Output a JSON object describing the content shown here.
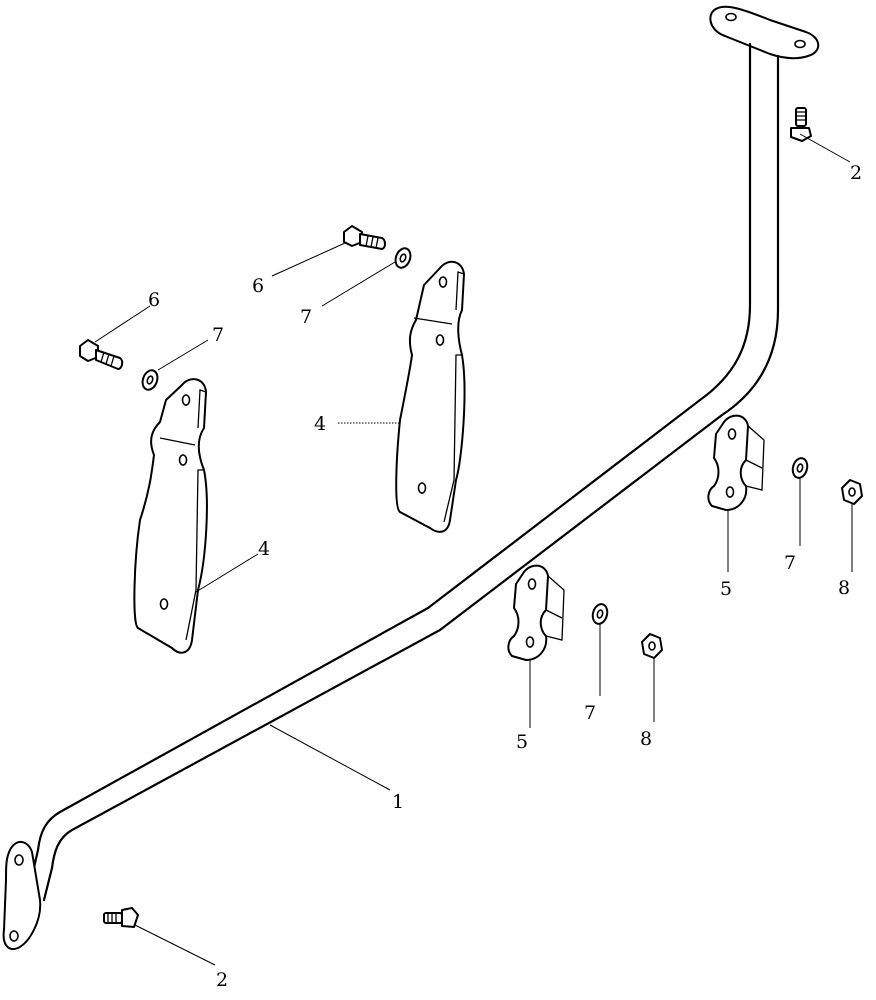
{
  "callouts": {
    "part_1": "1",
    "bolt_2_top": "2",
    "bolt_2_bottom": "2",
    "strap_4_left": "4",
    "strap_4_right": "4",
    "clip_5_left": "5",
    "clip_5_right": "5",
    "bolt_6_left": "6",
    "bolt_6_right": "6",
    "washer_7_left": "7",
    "washer_7_right": "7",
    "washer_7_mid": "7",
    "washer_7_far": "7",
    "nut_8_mid": "8",
    "nut_8_right": "8"
  }
}
